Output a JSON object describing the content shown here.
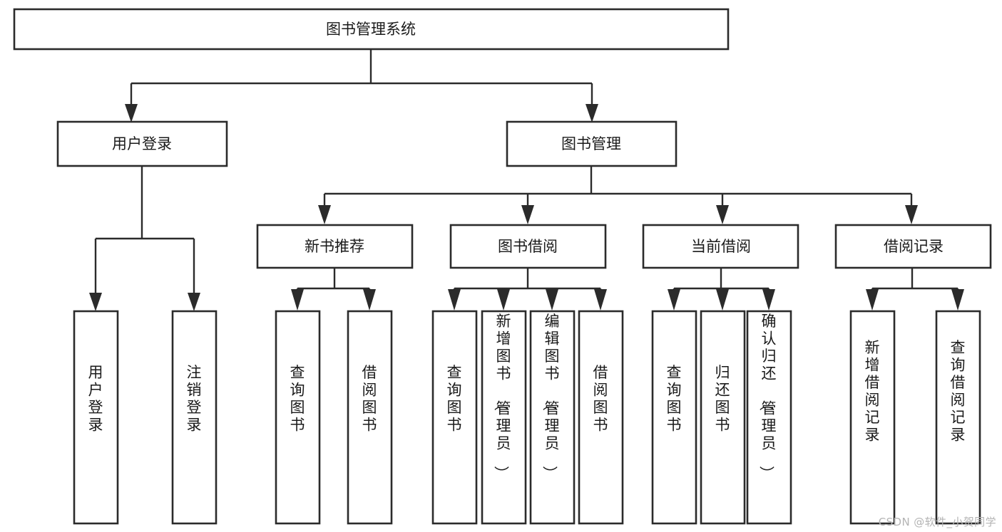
{
  "diagram": {
    "title": "图书管理系统",
    "type": "tree-hierarchy-chart",
    "watermark": "CSDN @软件_小贺同学",
    "nodes": {
      "root": {
        "label": "图书管理系统",
        "level": 0
      },
      "l1_user_login": {
        "label": "用户登录",
        "level": 1
      },
      "l1_book_manage": {
        "label": "图书管理",
        "level": 1
      },
      "l2_new_book_rec": {
        "label": "新书推荐",
        "level": 2
      },
      "l2_book_borrow": {
        "label": "图书借阅",
        "level": 2
      },
      "l2_current_borrow": {
        "label": "当前借阅",
        "level": 2
      },
      "l2_borrow_record": {
        "label": "借阅记录",
        "level": 2
      },
      "l3_user_login": {
        "label": "用户登录",
        "level": 3
      },
      "l3_logout_login": {
        "label": "注销登录",
        "level": 3
      },
      "l3_query_book_a": {
        "label": "查询图书",
        "level": 3
      },
      "l3_borrow_book_a": {
        "label": "借阅图书",
        "level": 3
      },
      "l3_query_book_b": {
        "label": "查询图书",
        "level": 3
      },
      "l3_add_book_admin": {
        "label": "新增图书（管理员）",
        "level": 3
      },
      "l3_edit_book_admin": {
        "label": "编辑图书（管理员）",
        "level": 3
      },
      "l3_borrow_book_b": {
        "label": "借阅图书",
        "level": 3
      },
      "l3_query_book_c": {
        "label": "查询图书",
        "level": 3
      },
      "l3_return_book": {
        "label": "归还图书",
        "level": 3
      },
      "l3_confirm_return_admin": {
        "label": "确认归还（管理员）",
        "level": 3
      },
      "l3_add_borrow_record": {
        "label": "新增借阅记录",
        "level": 3
      },
      "l3_query_borrow_record": {
        "label": "查询借阅记录",
        "level": 3
      }
    },
    "edges": [
      {
        "from": "root",
        "to": "l1_user_login"
      },
      {
        "from": "root",
        "to": "l1_book_manage"
      },
      {
        "from": "l1_user_login",
        "to": "l3_user_login"
      },
      {
        "from": "l1_user_login",
        "to": "l3_logout_login"
      },
      {
        "from": "l1_book_manage",
        "to": "l2_new_book_rec"
      },
      {
        "from": "l1_book_manage",
        "to": "l2_book_borrow"
      },
      {
        "from": "l1_book_manage",
        "to": "l2_current_borrow"
      },
      {
        "from": "l1_book_manage",
        "to": "l2_borrow_record"
      },
      {
        "from": "l2_new_book_rec",
        "to": "l3_query_book_a"
      },
      {
        "from": "l2_new_book_rec",
        "to": "l3_borrow_book_a"
      },
      {
        "from": "l2_book_borrow",
        "to": "l3_query_book_b"
      },
      {
        "from": "l2_book_borrow",
        "to": "l3_add_book_admin"
      },
      {
        "from": "l2_book_borrow",
        "to": "l3_edit_book_admin"
      },
      {
        "from": "l2_book_borrow",
        "to": "l3_borrow_book_b"
      },
      {
        "from": "l2_current_borrow",
        "to": "l3_query_book_c"
      },
      {
        "from": "l2_current_borrow",
        "to": "l3_return_book"
      },
      {
        "from": "l2_current_borrow",
        "to": "l3_confirm_return_admin"
      },
      {
        "from": "l2_borrow_record",
        "to": "l3_add_borrow_record"
      },
      {
        "from": "l2_borrow_record",
        "to": "l3_query_borrow_record"
      }
    ],
    "colors": {
      "stroke": "#2b2b2b",
      "fill": "#ffffff",
      "text": "#1a1a1a",
      "watermark": "#b4b4b4"
    }
  }
}
